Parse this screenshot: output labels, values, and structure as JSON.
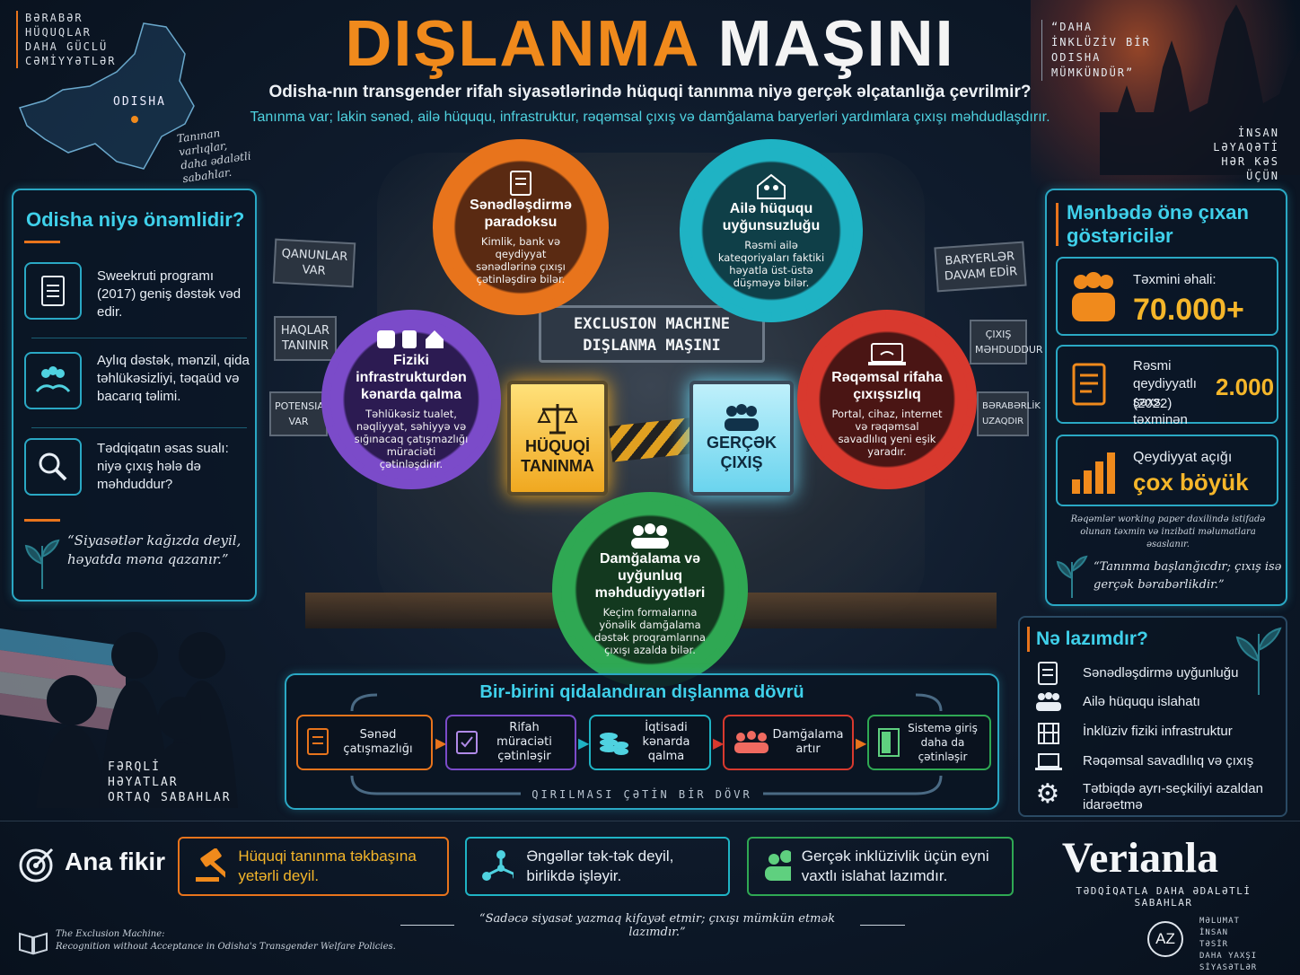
{
  "title": {
    "part1": "DIŞLANMA",
    "part2": "MAŞINI"
  },
  "subtitle": "Odisha-nın transgender rifah siyasətlərində hüquqi tanınma niyə gerçək əlçatanlığa çevrilmir?",
  "tagline": "Tanınma var; lakin sənəd, ailə hüququ, infrastruktur, rəqəmsal çıxış və damğalama baryerləri yardımlara çıxışı məhdudlaşdırır.",
  "top_left": {
    "lines": [
      "BƏRABƏR",
      "HÜQUQLAR",
      "DAHA GÜCLÜ",
      "CƏMİYYƏTLƏR"
    ],
    "map_label": "ODISHA",
    "handwritten": [
      "Tanınan",
      "varlıqlar,",
      "daha ədalətli",
      "sabahlar."
    ]
  },
  "top_right": {
    "quote": [
      "“DAHA",
      "İNKLÜZİV BİR",
      "ODISHA",
      "MÜMKÜNDÜR”"
    ],
    "caption": [
      "İNSAN",
      "LƏYAQƏTİ",
      "HƏR KƏS ÜÇÜN"
    ]
  },
  "left_panel": {
    "heading": "Odisha niyə önəmlidir?",
    "items": [
      {
        "icon": "document-icon",
        "text": "Sweekruti programı (2017) geniş dəstək vəd edir."
      },
      {
        "icon": "hands-people-icon",
        "text": "Aylıq dəstək, mənzil, qida təhlükəsizliyi, təqaüd və bacarıq təlimi."
      },
      {
        "icon": "magnifier-icon",
        "text": "Tədqiqatın əsas sualı: niyə çıxış hələ də məhduddur?"
      }
    ],
    "quote": "“Siyasətlər kağızda deyil, həyatda məna qazanır.”"
  },
  "signs_left": [
    "QANUNLAR VAR",
    "HAQLAR TANINIR",
    "POTENSIAL VAR"
  ],
  "signs_right": [
    "BARYERLƏR DAVAM EDİR",
    "ÇIXIŞ MƏHDUDDUR",
    "BƏRABƏRLİK UZAQDIR"
  ],
  "machine": {
    "plate_en": "EXCLUSION MACHINE",
    "plate_az": "DIŞLANMA MAŞINI",
    "left_box": "HÜQUQİ TANINMA",
    "right_box": "GERÇƏK ÇIXIŞ"
  },
  "gears": [
    {
      "id": "docs",
      "title": "Sənədləşdirmə paradoksu",
      "text": "Kimlik, bank və qeydiyyat sənədlərinə çıxışı çətinləşdirə bilər.",
      "color": "#e8741c"
    },
    {
      "id": "family",
      "title": "Ailə hüququ uyğunsuzluğu",
      "text": "Rəsmi ailə kateqoriyaları faktiki həyatla üst-üstə düşməyə bilər.",
      "color": "#1fb3c4"
    },
    {
      "id": "infra",
      "title": "Fiziki infrastrukturdən kənarda qalma",
      "text": "Təhlükəsiz tualet, nəqliyyat, səhiyyə və sığınacaq çatışmazlığı müraciəti çətinləşdirir.",
      "color": "#7b4bc9"
    },
    {
      "id": "digital",
      "title": "Rəqəmsal rifaha çıxışsızlıq",
      "text": "Portal, cihaz, internet və rəqəmsal savadlılıq yeni eşik yaradır.",
      "color": "#d8392e"
    },
    {
      "id": "stigma",
      "title": "Damğalama və uyğunluq məhdudiyyətləri",
      "text": "Keçim formalarına yönəlik damğalama dəstək proqramlarına çıxışı azalda bilər.",
      "color": "#2fa853"
    }
  ],
  "right_panel": {
    "heading": "Mənbədə önə çıxan göstəricilər",
    "stats": [
      {
        "label": "Təxmini əhali:",
        "value": "70.000+"
      },
      {
        "label": "Rəsmi qeydiyyatlı şəxs: təxminən",
        "value": "2.000",
        "extra": "(2022)"
      },
      {
        "label": "Qeydiyyat açığı",
        "value": "çox böyük"
      }
    ],
    "note": "Rəqəmlər working paper daxilində istifadə olunan təxmin və inzibati məlumatlara əsaslanır.",
    "quote": "“Tanınma başlanğıcdır; çıxış isə gerçək bərabərlikdir.”"
  },
  "needs": {
    "heading": "Nə lazımdır?",
    "items": [
      "Sənədləşdirmə uyğunluğu",
      "Ailə hüququ islahatı",
      "İnklüziv fiziki infrastruktur",
      "Rəqəmsal savadlılıq və çıxış",
      "Tətbiqdə ayrı-seçkiliyi azaldan idarəetmə"
    ]
  },
  "cycle": {
    "heading": "Bir-birini qidalandıran dışlanma dövrü",
    "steps": [
      {
        "text": "Sənəd çatışmazlığı",
        "color": "#e8741c"
      },
      {
        "text": "Rifah müraciəti çətinləşir",
        "color": "#7b4bc9"
      },
      {
        "text": "İqtisadi kənarda qalma",
        "color": "#1fb3c4"
      },
      {
        "text": "Damğalama artır",
        "color": "#d8392e"
      },
      {
        "text": "Sistemə giriş daha da çətinləşir",
        "color": "#2fa853"
      }
    ],
    "footer": "QIRILMASI ÇƏTİN BİR DÖVR"
  },
  "bottom_left_caption": [
    "FƏRQLİ",
    "HƏYATLAR",
    "ORTAQ SABAHLAR"
  ],
  "takeaway": {
    "label": "Ana fikir",
    "items": [
      {
        "text": "Hüquqi tanınma təkbaşına yetərli deyil.",
        "color": "#e8741c"
      },
      {
        "text": "Əngəllər tək-tək deyil, birlikdə işləyir.",
        "color": "#1fb3c4"
      },
      {
        "text": "Gerçək inklüzivlik üçün eyni vaxtlı islahat lazımdır.",
        "color": "#2fa853"
      }
    ]
  },
  "brand": {
    "name": "Verianla",
    "tagline": "TƏDQİQATLA DAHA ƏDALƏTLİ SABAHLAR"
  },
  "footer": {
    "source_title": "The Exclusion Machine:",
    "source_sub": "Recognition without Acceptance in Odisha's Transgender Welfare Policies.",
    "quote": "“Sadəcə siyasət yazmaq kifayət etmir; çıxışı mümkün etmək lazımdır.”",
    "lang": "AZ",
    "right_lines": [
      "MƏLUMAT",
      "İNSAN",
      "TƏSİR",
      "DAHA YAXŞI SİYASƏTLƏR"
    ]
  }
}
